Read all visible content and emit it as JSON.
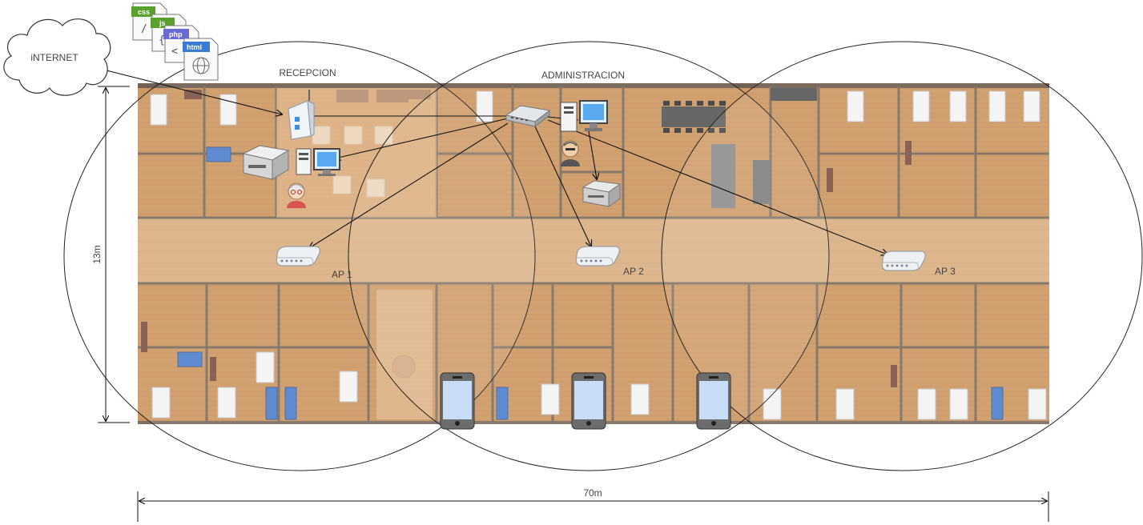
{
  "labels": {
    "internet": "iNTERNET",
    "recepcion": "RECEPCION",
    "administracion": "ADMINISTRACION",
    "ap1": "AP 1",
    "ap2": "AP 2",
    "ap3": "AP 3",
    "height_dim": "13m",
    "width_dim": "70m"
  },
  "file_icons": [
    "css",
    "js",
    "php",
    "html"
  ],
  "colors": {
    "floor_wood": "#d9a06a",
    "room_wood": "#c98b4f",
    "wall": "#6b5a4b",
    "corridor": "#dcb388",
    "coverage_stroke": "#222222",
    "badge_css": "#5aa02c",
    "badge_js": "#5aa02c",
    "badge_php": "#6a6ad6",
    "badge_html": "#3a7bd5"
  },
  "icons": [
    "cloud-icon",
    "router-icon",
    "switch-icon",
    "pc-icon",
    "printer-icon",
    "user-icon",
    "access-point-icon",
    "tablet-icon",
    "file-icon"
  ]
}
